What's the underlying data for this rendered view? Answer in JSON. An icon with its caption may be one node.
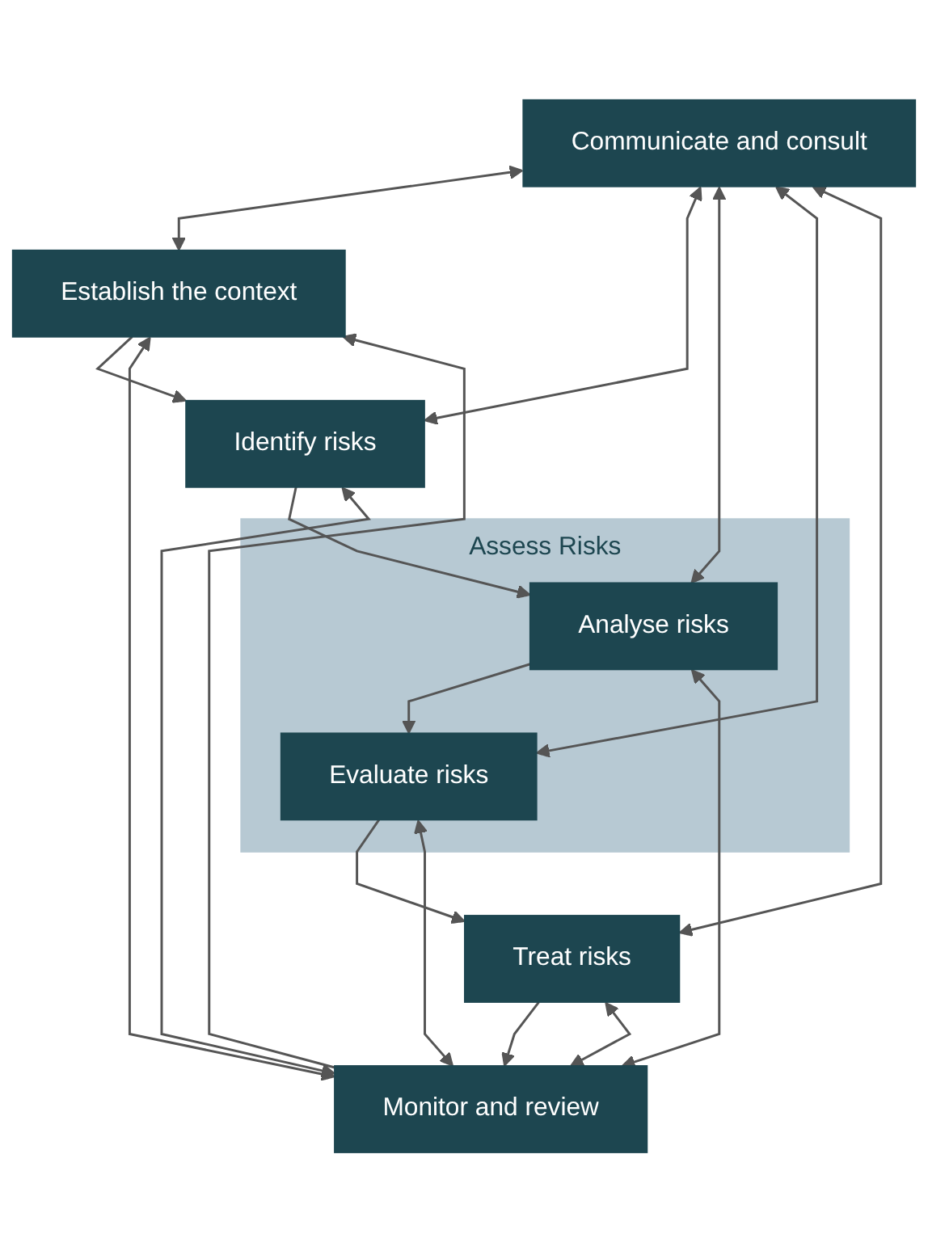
{
  "diagram": {
    "nodes": [
      {
        "text": [
          "Communicate and consult"
        ]
      },
      {
        "text": [
          "Establish the context"
        ]
      },
      {
        "text": [
          "Identify risks"
        ]
      },
      {
        "text": [
          "Assess Risks"
        ]
      },
      {
        "text": [
          "Analyse risks"
        ],
        "in": 3
      },
      {
        "text": [
          "Evaluate risks"
        ],
        "in": 3
      },
      {
        "text": [
          "Treat risks"
        ]
      },
      {
        "text": [
          "Monitor and review"
        ]
      }
    ],
    "edges": [
      {
        "from": 1,
        "to": 2,
        "arrow": "to"
      },
      {
        "from": 2,
        "to": 4,
        "arrow": "to"
      },
      {
        "from": 4,
        "to": 5,
        "arrow": "to"
      },
      {
        "from": 5,
        "to": 6,
        "arrow": "to"
      },
      {
        "from": 6,
        "to": 7,
        "arrow": "to"
      },
      {
        "from": 7,
        "to": 1,
        "arrow": "to"
      },
      {
        "from": 0,
        "to": 1,
        "arrow": "both"
      },
      {
        "from": 1,
        "to": 7,
        "arrow": "both"
      },
      {
        "from": 0,
        "to": 2,
        "arrow": "both"
      },
      {
        "from": 2,
        "to": 7,
        "arrow": "both"
      },
      {
        "from": 0,
        "to": 4,
        "arrow": "both"
      },
      {
        "from": 4,
        "to": 7,
        "arrow": "both"
      },
      {
        "from": 0,
        "to": 5,
        "arrow": "both"
      },
      {
        "from": 5,
        "to": 7,
        "arrow": "both"
      },
      {
        "from": 0,
        "to": 6,
        "arrow": "both"
      },
      {
        "from": 6,
        "to": 7,
        "arrow": "both"
      }
    ]
  }
}
